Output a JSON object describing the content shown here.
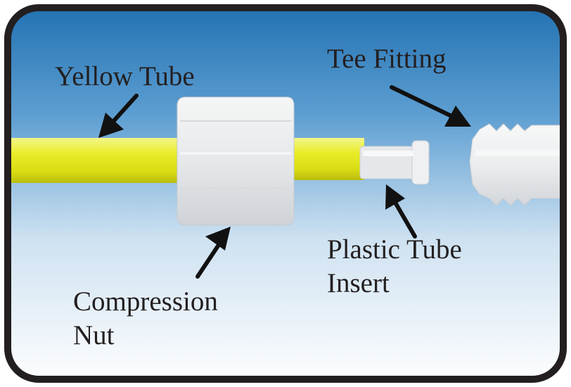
{
  "labels": {
    "yellow_tube": "Yellow Tube",
    "tee_fitting": "Tee Fitting",
    "plastic_tube_insert": [
      "Plastic Tube",
      "Insert"
    ],
    "compression_nut": [
      "Compression",
      "Nut"
    ]
  },
  "colors": {
    "frame": "#231f20",
    "sky_top": "#1f6fb0",
    "sky_bottom": "#ffffff",
    "tube_yellow": "#e4e722",
    "plastic_white": "#e8ebee",
    "label_text": "#231f20"
  }
}
